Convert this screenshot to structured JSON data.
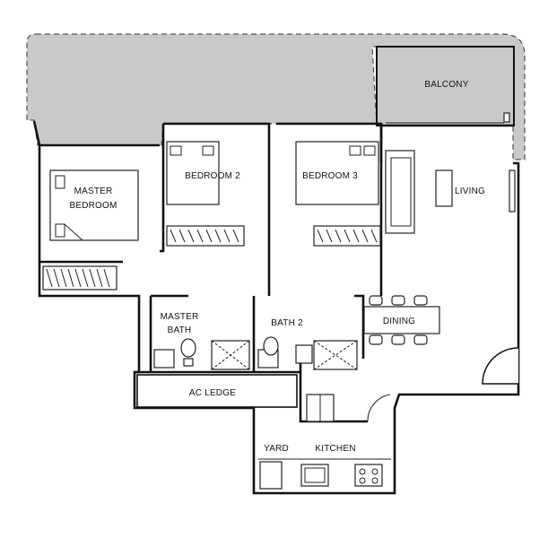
{
  "floor_plan": {
    "rooms": {
      "balcony": "BALCONY",
      "master_bedroom_line1": "MASTER",
      "master_bedroom_line2": "BEDROOM",
      "bedroom2": "BEDROOM 2",
      "bedroom3": "BEDROOM 3",
      "living": "LIVING",
      "master_bath_line1": "MASTER",
      "master_bath_line2": "BATH",
      "bath2": "BATH 2",
      "dining": "DINING",
      "ac_ledge": "AC LEDGE",
      "yard": "YARD",
      "kitchen": "KITCHEN"
    },
    "colors": {
      "outdoor_area": "#c9c9c9",
      "walls": "#111111",
      "background": "#ffffff"
    }
  }
}
